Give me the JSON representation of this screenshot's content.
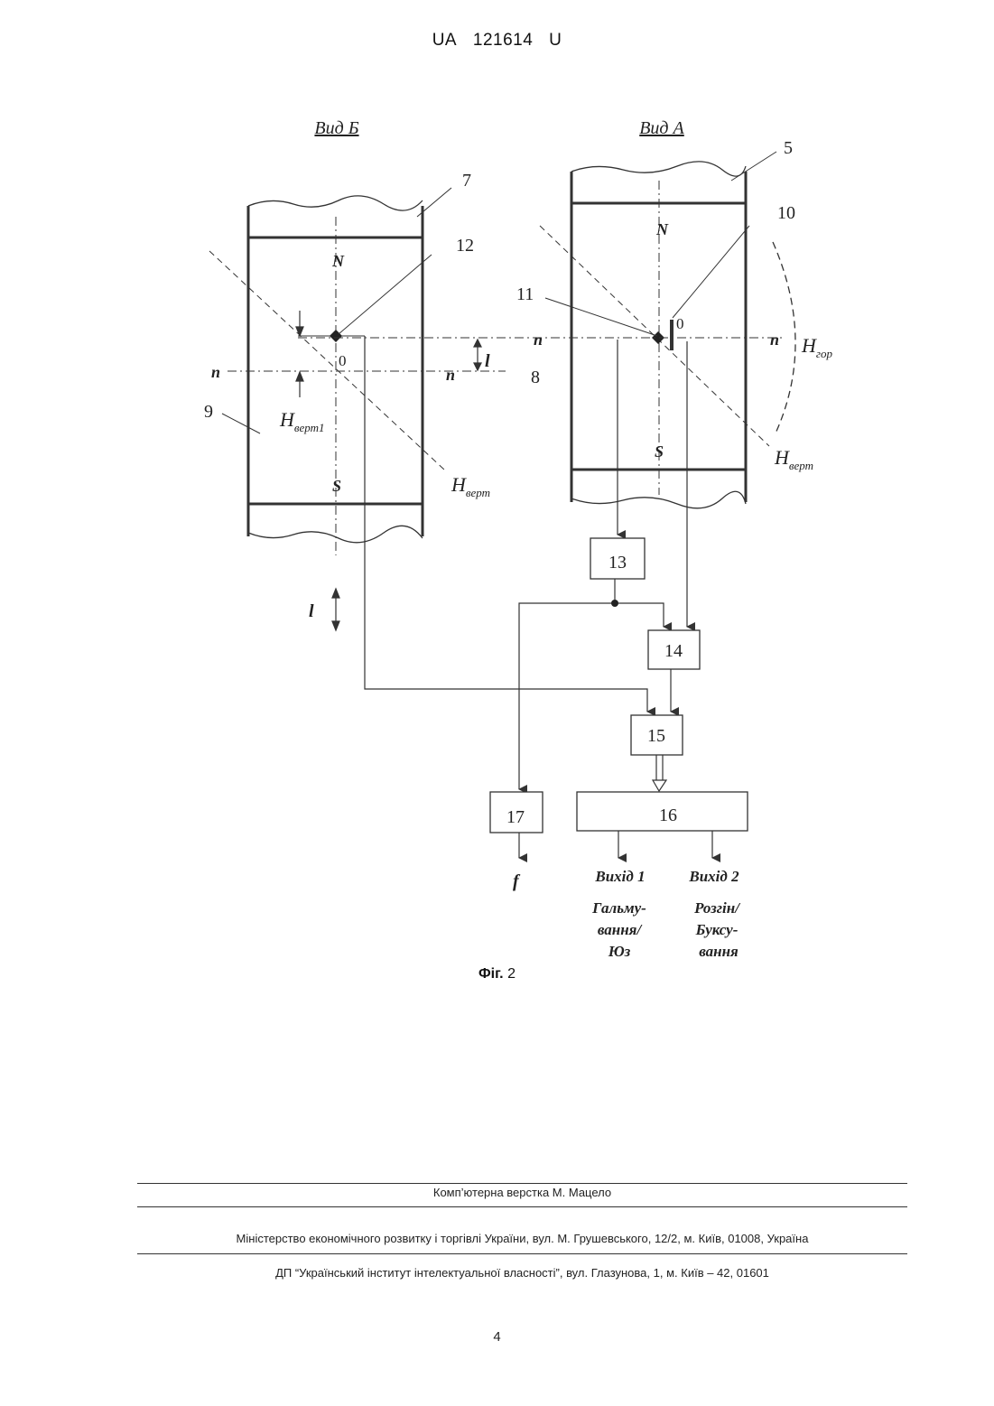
{
  "header": {
    "country": "UA",
    "number": "121614",
    "kind": "U"
  },
  "figure": {
    "view_b_title": "Вид Б",
    "view_a_title": "Вид А",
    "labels": {
      "n5": "5",
      "n7": "7",
      "n8": "8",
      "n9": "9",
      "n10": "10",
      "n11": "11",
      "n12": "12",
      "N": "N",
      "S": "S",
      "zero": "0",
      "n": "n",
      "l": "l",
      "f": "f",
      "H": "H",
      "sub_vert": "верт",
      "sub_vert1": "верт1",
      "sub_hor": "гор"
    },
    "blocks": {
      "b13": "13",
      "b14": "14",
      "b15": "15",
      "b16": "16",
      "b17": "17"
    },
    "outputs": {
      "out1_title": "Вихід 1",
      "out1_line1": "Гальму-",
      "out1_line2": "вання/",
      "out1_line3": "Юз",
      "out2_title": "Вихід 2",
      "out2_line1": "Розгін/",
      "out2_line2": "Буксу-",
      "out2_line3": "вання"
    }
  },
  "caption": {
    "prefix": "Фіг.",
    "number": "2"
  },
  "footer": {
    "typesetting": "Комп’ютерна верстка М. Мацело",
    "ministry": "Міністерство економічного розвитку і торгівлі України, вул. М. Грушевського, 12/2, м. Київ, 01008, Україна",
    "institute": "ДП “Український інститут інтелектуальної власності”, вул. Глазунова, 1, м. Київ – 42, 01601"
  },
  "page_number": "4"
}
